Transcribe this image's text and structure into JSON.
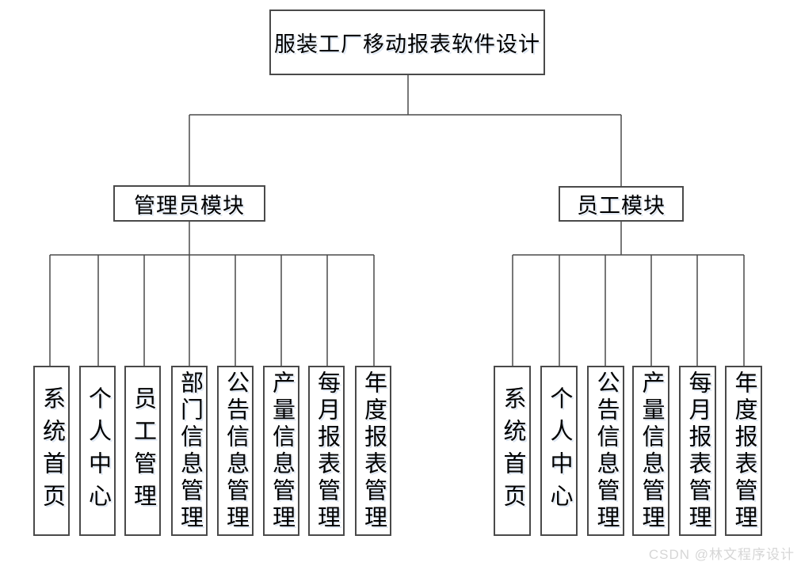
{
  "diagram": {
    "title": "服装工厂移动报表软件设计",
    "modules": [
      {
        "label": "管理员模块",
        "children": [
          "系统首页",
          "个人中心",
          "员工管理",
          "部门信息管理",
          "公告信息管理",
          "产量信息管理",
          "每月报表管理",
          "年度报表管理"
        ]
      },
      {
        "label": "员工模块",
        "children": [
          "系统首页",
          "个人中心",
          "公告信息管理",
          "产量信息管理",
          "每月报表管理",
          "年度报表管理"
        ]
      }
    ]
  },
  "watermark": "CSDN @林文程序设计",
  "colors": {
    "background": "#ffffff",
    "line": "#4a4a4a",
    "box_border": "#4a4a4a",
    "text": "#000000",
    "watermark": "#d6d6d6"
  }
}
